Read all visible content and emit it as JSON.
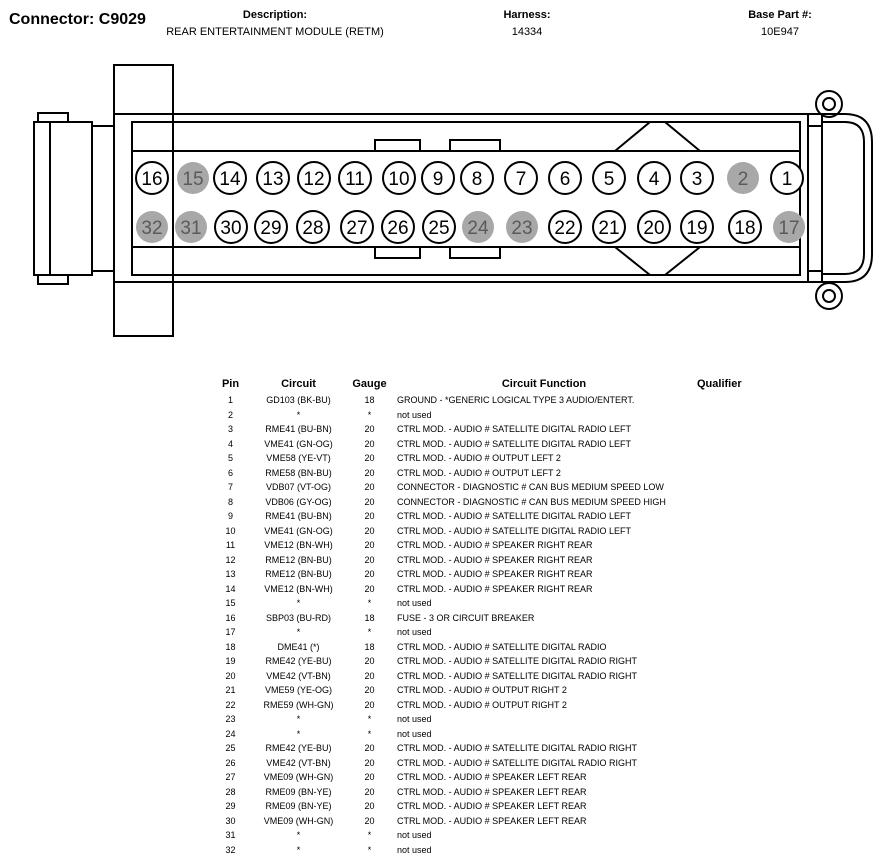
{
  "header": {
    "connector_title": "Connector: C9029",
    "description_label": "Description:",
    "description_value": "REAR ENTERTAINMENT MODULE (RETM)",
    "harness_label": "Harness:",
    "harness_value": "14334",
    "base_part_label": "Base Part #:",
    "base_part_value": "10E947"
  },
  "connector": {
    "top_row": [
      {
        "pin": "16",
        "used": true
      },
      {
        "pin": "15",
        "used": false
      },
      {
        "pin": "14",
        "used": true
      },
      {
        "pin": "13",
        "used": true
      },
      {
        "pin": "12",
        "used": true
      },
      {
        "pin": "11",
        "used": true
      },
      {
        "pin": "10",
        "used": true
      },
      {
        "pin": "9",
        "used": true
      },
      {
        "pin": "8",
        "used": true
      },
      {
        "pin": "7",
        "used": true
      },
      {
        "pin": "6",
        "used": true
      },
      {
        "pin": "5",
        "used": true
      },
      {
        "pin": "4",
        "used": true
      },
      {
        "pin": "3",
        "used": true
      },
      {
        "pin": "2",
        "used": false
      },
      {
        "pin": "1",
        "used": true
      }
    ],
    "bottom_row": [
      {
        "pin": "32",
        "used": false
      },
      {
        "pin": "31",
        "used": false
      },
      {
        "pin": "30",
        "used": true
      },
      {
        "pin": "29",
        "used": true
      },
      {
        "pin": "28",
        "used": true
      },
      {
        "pin": "27",
        "used": true
      },
      {
        "pin": "26",
        "used": true
      },
      {
        "pin": "25",
        "used": true
      },
      {
        "pin": "24",
        "used": false
      },
      {
        "pin": "23",
        "used": false
      },
      {
        "pin": "22",
        "used": true
      },
      {
        "pin": "21",
        "used": true
      },
      {
        "pin": "20",
        "used": true
      },
      {
        "pin": "19",
        "used": true
      },
      {
        "pin": "18",
        "used": true
      },
      {
        "pin": "17",
        "used": false
      }
    ],
    "unused_pin_color": "#a8a8a8"
  },
  "table": {
    "headers": {
      "pin": "Pin",
      "circuit": "Circuit",
      "gauge": "Gauge",
      "function": "Circuit Function",
      "qualifier": "Qualifier"
    },
    "rows": [
      {
        "pin": "1",
        "circuit": "GD103 (BK-BU)",
        "gauge": "18",
        "function": "GROUND - *GENERIC LOGICAL TYPE 3 AUDIO/ENTERT."
      },
      {
        "pin": "2",
        "circuit": "*",
        "gauge": "*",
        "function": "not used"
      },
      {
        "pin": "3",
        "circuit": "RME41 (BU-BN)",
        "gauge": "20",
        "function": "CTRL MOD. - AUDIO # SATELLITE DIGITAL RADIO LEFT"
      },
      {
        "pin": "4",
        "circuit": "VME41 (GN-OG)",
        "gauge": "20",
        "function": "CTRL MOD. - AUDIO # SATELLITE DIGITAL RADIO LEFT"
      },
      {
        "pin": "5",
        "circuit": "VME58 (YE-VT)",
        "gauge": "20",
        "function": "CTRL MOD. - AUDIO # OUTPUT LEFT 2"
      },
      {
        "pin": "6",
        "circuit": "RME58 (BN-BU)",
        "gauge": "20",
        "function": "CTRL MOD. - AUDIO # OUTPUT LEFT 2"
      },
      {
        "pin": "7",
        "circuit": "VDB07 (VT-OG)",
        "gauge": "20",
        "function": "CONNECTOR - DIAGNOSTIC # CAN BUS MEDIUM SPEED LOW"
      },
      {
        "pin": "8",
        "circuit": "VDB06 (GY-OG)",
        "gauge": "20",
        "function": "CONNECTOR - DIAGNOSTIC # CAN BUS MEDIUM SPEED HIGH"
      },
      {
        "pin": "9",
        "circuit": "RME41 (BU-BN)",
        "gauge": "20",
        "function": "CTRL MOD. - AUDIO # SATELLITE DIGITAL RADIO LEFT"
      },
      {
        "pin": "10",
        "circuit": "VME41 (GN-OG)",
        "gauge": "20",
        "function": "CTRL MOD. - AUDIO # SATELLITE DIGITAL RADIO LEFT"
      },
      {
        "pin": "11",
        "circuit": "VME12 (BN-WH)",
        "gauge": "20",
        "function": "CTRL MOD. - AUDIO # SPEAKER RIGHT REAR"
      },
      {
        "pin": "12",
        "circuit": "RME12 (BN-BU)",
        "gauge": "20",
        "function": "CTRL MOD. - AUDIO # SPEAKER RIGHT REAR"
      },
      {
        "pin": "13",
        "circuit": "RME12 (BN-BU)",
        "gauge": "20",
        "function": "CTRL MOD. - AUDIO # SPEAKER RIGHT REAR"
      },
      {
        "pin": "14",
        "circuit": "VME12 (BN-WH)",
        "gauge": "20",
        "function": "CTRL MOD. - AUDIO # SPEAKER RIGHT REAR"
      },
      {
        "pin": "15",
        "circuit": "*",
        "gauge": "*",
        "function": "not used"
      },
      {
        "pin": "16",
        "circuit": "SBP03 (BU-RD)",
        "gauge": "18",
        "function": "FUSE - 3 OR CIRCUIT BREAKER"
      },
      {
        "pin": "17",
        "circuit": "*",
        "gauge": "*",
        "function": "not used"
      },
      {
        "pin": "18",
        "circuit": "DME41 (*)",
        "gauge": "18",
        "function": "CTRL MOD. - AUDIO # SATELLITE DIGITAL RADIO"
      },
      {
        "pin": "19",
        "circuit": "RME42 (YE-BU)",
        "gauge": "20",
        "function": "CTRL MOD. - AUDIO # SATELLITE DIGITAL RADIO RIGHT"
      },
      {
        "pin": "20",
        "circuit": "VME42 (VT-BN)",
        "gauge": "20",
        "function": "CTRL MOD. - AUDIO # SATELLITE DIGITAL RADIO RIGHT"
      },
      {
        "pin": "21",
        "circuit": "VME59 (YE-OG)",
        "gauge": "20",
        "function": "CTRL MOD. - AUDIO # OUTPUT RIGHT 2"
      },
      {
        "pin": "22",
        "circuit": "RME59 (WH-GN)",
        "gauge": "20",
        "function": "CTRL MOD. - AUDIO # OUTPUT RIGHT 2"
      },
      {
        "pin": "23",
        "circuit": "*",
        "gauge": "*",
        "function": "not used"
      },
      {
        "pin": "24",
        "circuit": "*",
        "gauge": "*",
        "function": "not used"
      },
      {
        "pin": "25",
        "circuit": "RME42 (YE-BU)",
        "gauge": "20",
        "function": "CTRL MOD. - AUDIO # SATELLITE DIGITAL RADIO RIGHT"
      },
      {
        "pin": "26",
        "circuit": "VME42 (VT-BN)",
        "gauge": "20",
        "function": "CTRL MOD. - AUDIO # SATELLITE DIGITAL RADIO RIGHT"
      },
      {
        "pin": "27",
        "circuit": "VME09 (WH-GN)",
        "gauge": "20",
        "function": "CTRL MOD. - AUDIO # SPEAKER LEFT REAR"
      },
      {
        "pin": "28",
        "circuit": "RME09 (BN-YE)",
        "gauge": "20",
        "function": "CTRL MOD. - AUDIO # SPEAKER LEFT REAR"
      },
      {
        "pin": "29",
        "circuit": "RME09 (BN-YE)",
        "gauge": "20",
        "function": "CTRL MOD. - AUDIO # SPEAKER LEFT REAR"
      },
      {
        "pin": "30",
        "circuit": "VME09 (WH-GN)",
        "gauge": "20",
        "function": "CTRL MOD. - AUDIO # SPEAKER LEFT REAR"
      },
      {
        "pin": "31",
        "circuit": "*",
        "gauge": "*",
        "function": "not used"
      },
      {
        "pin": "32",
        "circuit": "*",
        "gauge": "*",
        "function": "not used"
      }
    ]
  }
}
